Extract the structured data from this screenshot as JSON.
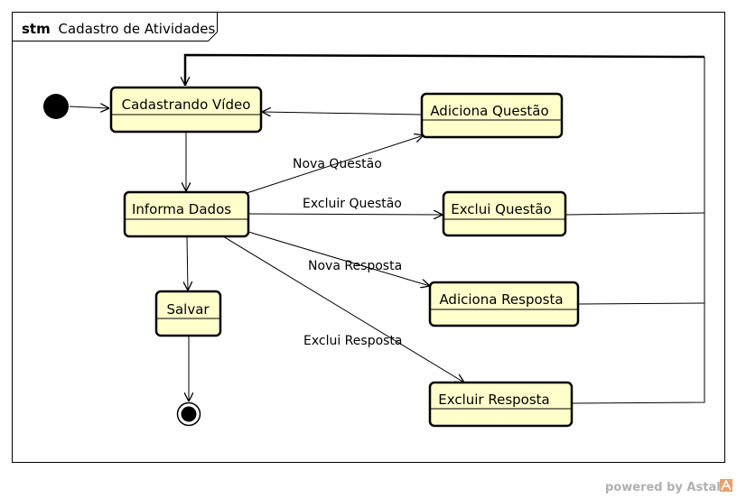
{
  "frame": {
    "keyword": "stm",
    "name": "Cadastro de Atividades"
  },
  "states": {
    "cadastrando_video": "Cadastrando Vídeo",
    "adiciona_questao": "Adiciona Questão",
    "informa_dados": "Informa Dados",
    "exclui_questao": "Exclui Questão",
    "salvar": "Salvar",
    "adiciona_resposta": "Adiciona Resposta",
    "excluir_resposta": "Excluir Resposta"
  },
  "transitions": {
    "nova_questao": "Nova Questão",
    "excluir_questao": "Excluir Questão",
    "nova_resposta": "Nova Resposta",
    "exclui_resposta": "Exclui Resposta"
  },
  "watermark": {
    "text": "powered by Astah"
  },
  "colors": {
    "state_fill": "#ffffcc",
    "stroke": "#000000",
    "watermark_accent": "#e8a070"
  }
}
